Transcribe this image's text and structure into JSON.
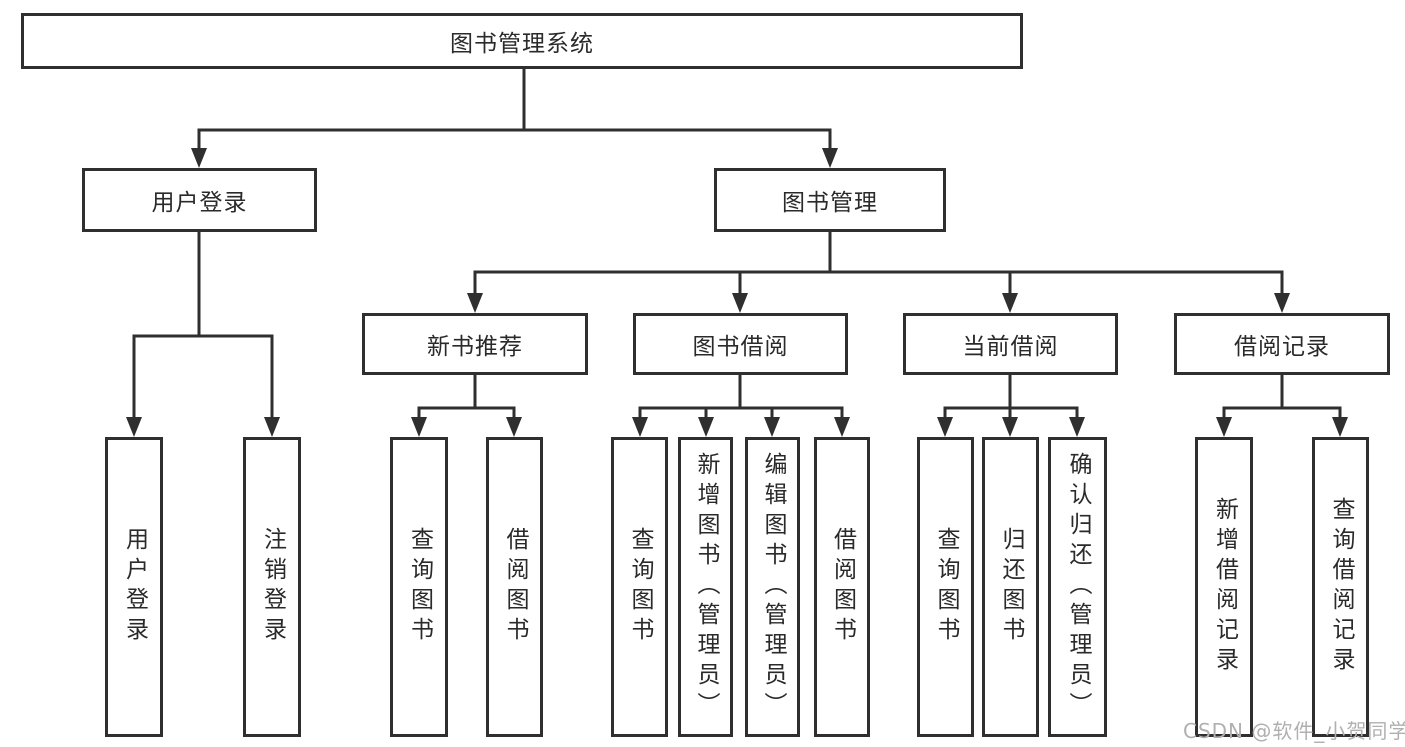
{
  "diagram": {
    "root": {
      "label": "图书管理系统"
    },
    "level1": [
      {
        "label": "用户登录"
      },
      {
        "label": "图书管理"
      }
    ],
    "level2": [
      {
        "label": "新书推荐"
      },
      {
        "label": "图书借阅"
      },
      {
        "label": "当前借阅"
      },
      {
        "label": "借阅记录"
      }
    ],
    "leaves": [
      {
        "label": "用户登录"
      },
      {
        "label": "注销登录"
      },
      {
        "label": "查询图书"
      },
      {
        "label": "借阅图书"
      },
      {
        "label": "查询图书"
      },
      {
        "label": "新增图书（管理员）"
      },
      {
        "label": "编辑图书（管理员）"
      },
      {
        "label": "借阅图书"
      },
      {
        "label": "查询图书"
      },
      {
        "label": "归还图书"
      },
      {
        "label": "确认归还（管理员）"
      },
      {
        "label": "新增借阅记录"
      },
      {
        "label": "查询借阅记录"
      }
    ],
    "watermark": "CSDN @软件_小贺同学",
    "colors": {
      "line": "#2f2f2f",
      "text": "#2a2a2a",
      "watermark": "#b0b0b0",
      "background": "#ffffff"
    }
  }
}
